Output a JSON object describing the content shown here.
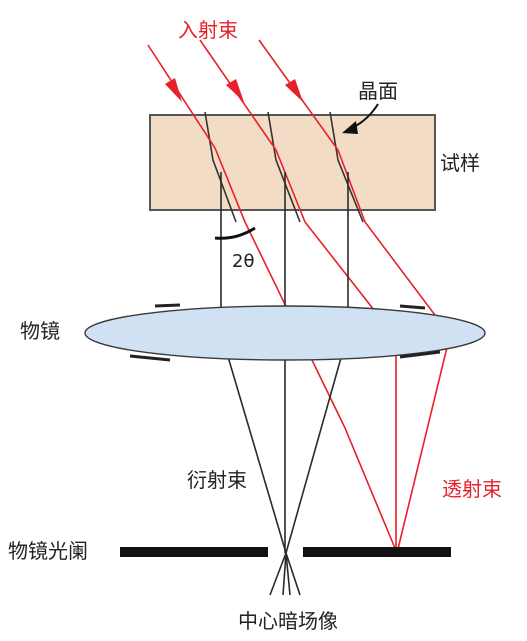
{
  "labels": {
    "incident_beam": "入射束",
    "crystal_plane": "晶面",
    "specimen": "试样",
    "angle": "2θ",
    "objective_lens": "物镜",
    "diffracted_beam": "衍射束",
    "transmitted_beam": "透射束",
    "objective_aperture": "物镜光阑",
    "central_dark_field_image": "中心暗场像"
  },
  "colors": {
    "beam_red": "#e8202a",
    "ray_dark": "#2a2a2a",
    "specimen_fill": "#f3dcc5",
    "specimen_stroke": "#555555",
    "lens_fill": "#cfe1f3",
    "lens_stroke": "#3a3a3a",
    "aperture": "#111111",
    "label_black": "#222222"
  }
}
